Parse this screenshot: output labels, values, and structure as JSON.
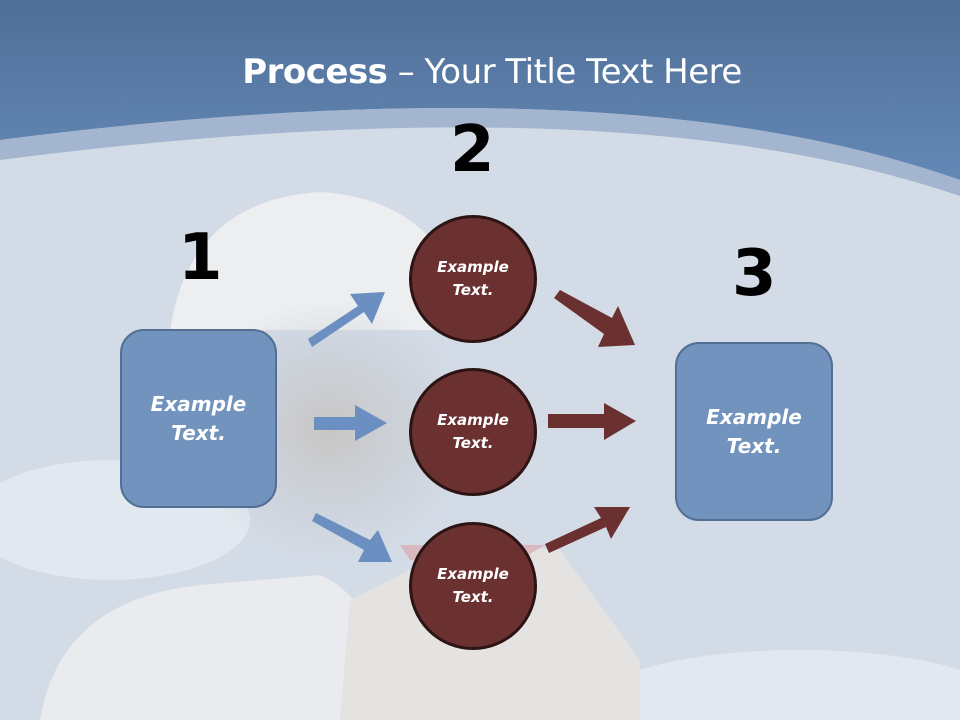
{
  "slide": {
    "title_bold": "Process",
    "title_rest": " – Your Title Text Here",
    "steps": [
      {
        "number": "1",
        "label": "Example Text."
      },
      {
        "number": "2",
        "label": "Example Text."
      },
      {
        "number": "3",
        "label": "Example Text."
      }
    ],
    "circles": [
      {
        "line1": "Example",
        "line2": "Text."
      },
      {
        "line1": "Example",
        "line2": "Text."
      },
      {
        "line1": "Example",
        "line2": "Text."
      }
    ],
    "box_left": {
      "line1": "Example",
      "line2": "Text."
    },
    "box_right": {
      "line1": "Example",
      "line2": "Text."
    }
  },
  "colors": {
    "header_blue": "#5f84b2",
    "band_light": "#a3b5cf",
    "box_blue": "#7193bd",
    "circle_maroon": "#6b3030",
    "arrow_blue": "#6a8fc0",
    "arrow_maroon": "#6b3030"
  }
}
